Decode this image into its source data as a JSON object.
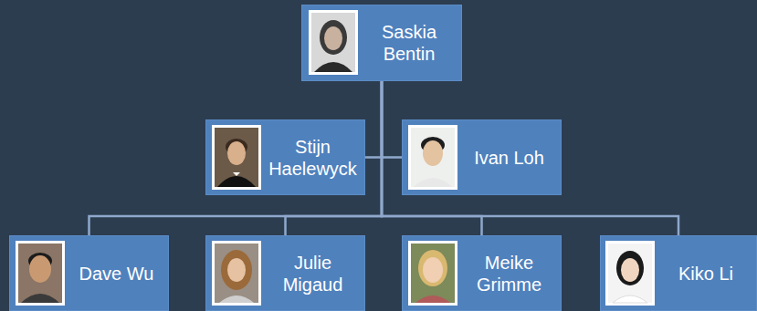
{
  "diagram": {
    "nodes": [
      {
        "text": [
          "Saskia Bentin"
        ]
      },
      {
        "text": [
          "Stijn Haelewyck"
        ]
      },
      {
        "text": [
          "Ivan Loh"
        ]
      },
      {
        "text": [
          "Dave Wu"
        ]
      },
      {
        "text": [
          "Julie Migaud"
        ]
      },
      {
        "text": [
          "Meike Grimme"
        ]
      },
      {
        "text": [
          "Kiko Li"
        ]
      }
    ],
    "edges": [
      {
        "from": 0,
        "to": 1,
        "arrow": "none"
      },
      {
        "from": 0,
        "to": 2,
        "arrow": "none"
      },
      {
        "from": 0,
        "to": 3,
        "arrow": "none"
      },
      {
        "from": 0,
        "to": 4,
        "arrow": "none"
      },
      {
        "from": 0,
        "to": 5,
        "arrow": "none"
      },
      {
        "from": 0,
        "to": 6,
        "arrow": "none"
      }
    ]
  }
}
